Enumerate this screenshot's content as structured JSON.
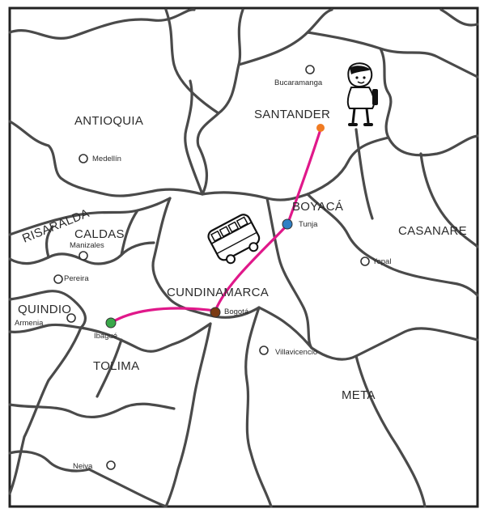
{
  "departments": {
    "antioquia": "ANTIOQUIA",
    "santander": "SANTANDER",
    "boyaca": "BOYACÁ",
    "casanare": "CASANARE",
    "risaralda": "RISARALDA",
    "caldas": "CALDAS",
    "cundinamarca": "CUNDINAMARCA",
    "quindio": "QUINDIO",
    "tolima": "TOLIMA",
    "meta": "META"
  },
  "cities": {
    "bucaramanga": "Bucaramanga",
    "medellin": "Medellín",
    "tunja": "Tunja",
    "manizales": "Manizales",
    "pereira": "Pereira",
    "yopal": "Yopal",
    "bogota": "Bogotá",
    "armenia": "Armenia",
    "ibague": "Ibagué",
    "villavicencio": "Villavicencio",
    "neiva": "Neiva"
  },
  "route_stops": [
    {
      "city": "Ibagué",
      "color": "#3aa84a"
    },
    {
      "city": "Bogotá",
      "color": "#7a3a12"
    },
    {
      "city": "Tunja",
      "color": "#2f7fc4"
    },
    {
      "city": "Santander",
      "color": "#f07b22"
    }
  ],
  "colors": {
    "route": "#e0188a",
    "border": "#4a4a4a",
    "background": "#ffffff"
  },
  "icons": [
    "bus-icon",
    "traveler-girl-icon"
  ]
}
